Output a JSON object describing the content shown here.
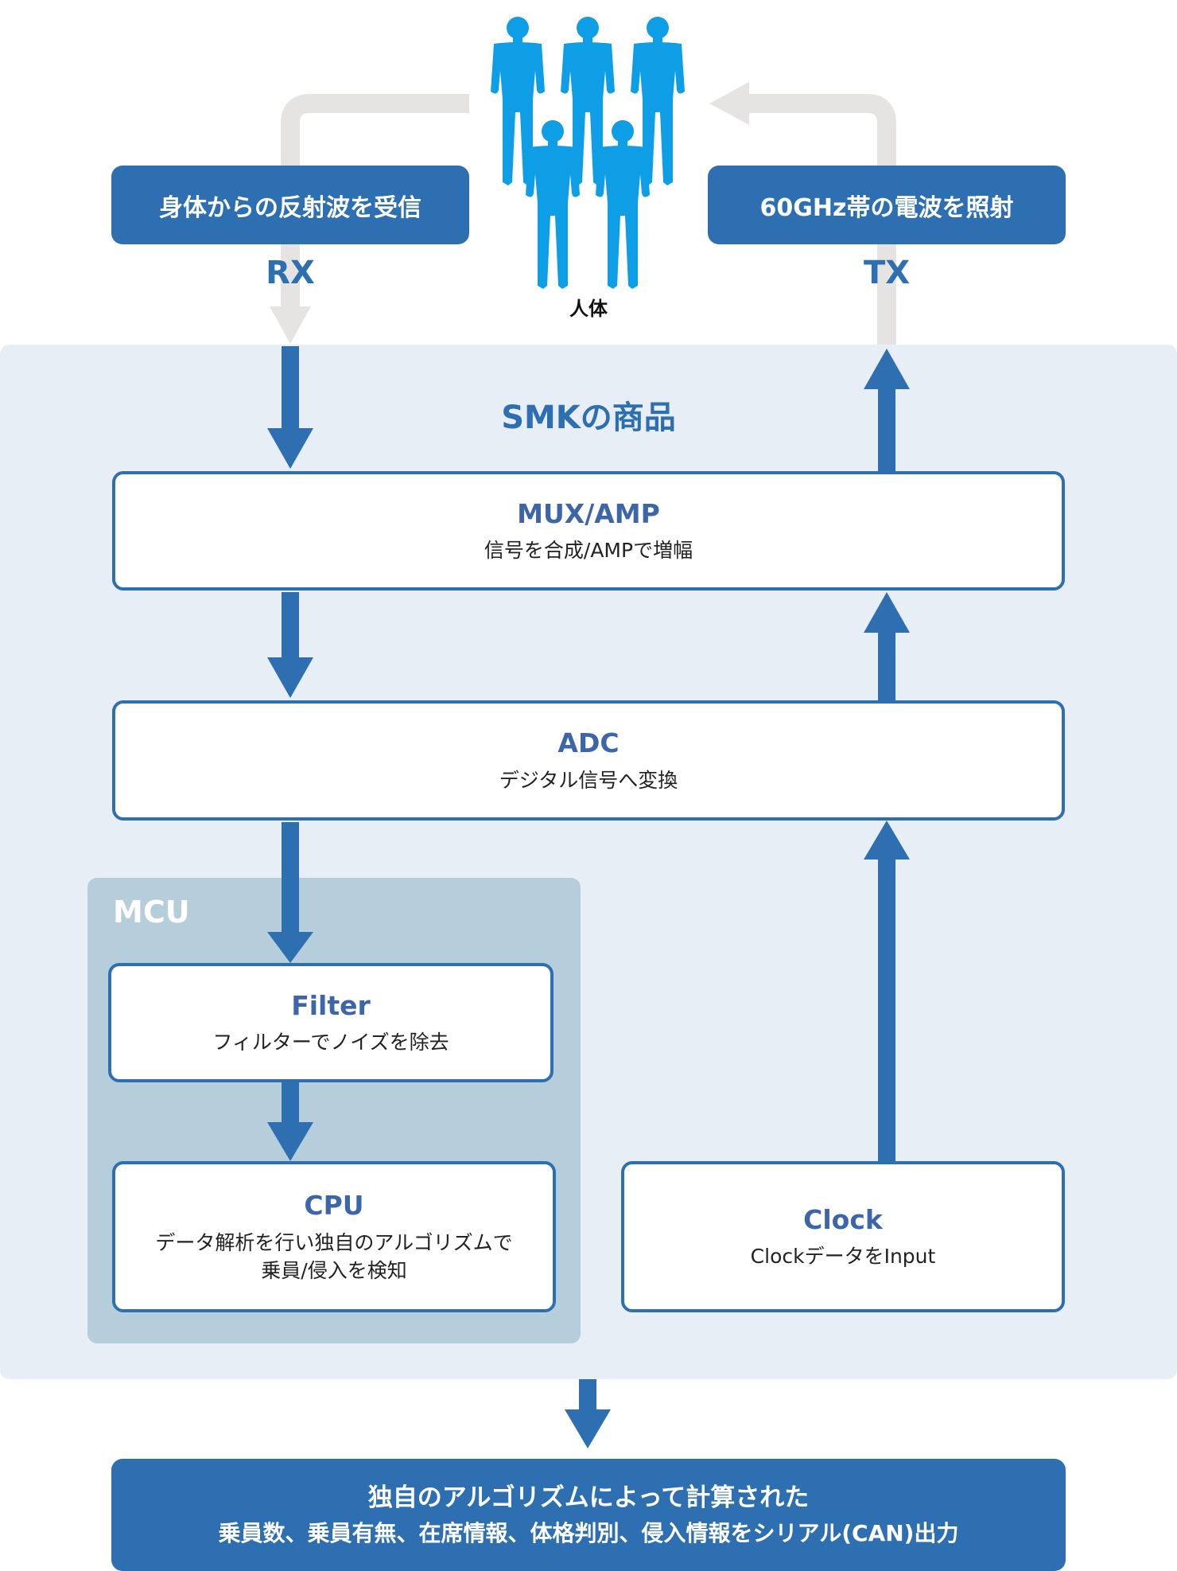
{
  "colors": {
    "primary": "#2d6fb0",
    "title_text": "#3d66a8",
    "panel": "#e7eef5",
    "mcu_panel": "#b6cddc",
    "human": "#0e9ee6",
    "gray_arrow": "#e6e3e3"
  },
  "top": {
    "rx_box": "身体からの反射波を受信",
    "tx_box": "60GHz帯の電波を照射",
    "rx_label": "RX",
    "tx_label": "TX",
    "human_label": "人体"
  },
  "panel": {
    "title": "SMKの商品",
    "mux": {
      "title": "MUX/AMP",
      "desc": "信号を合成/AMPで増幅"
    },
    "adc": {
      "title": "ADC",
      "desc": "デジタル信号へ変換"
    },
    "mcu": {
      "title": "MCU",
      "filter": {
        "title": "Filter",
        "desc": "フィルターでノイズを除去"
      },
      "cpu": {
        "title": "CPU",
        "desc": "データ解析を行い独自のアルゴリズムで\n乗員/侵入を検知"
      }
    },
    "clock": {
      "title": "Clock",
      "desc": "Clockデータを​Input"
    }
  },
  "bottom": {
    "line1": "独自のアルゴリズムによって計算された",
    "line2": "乗員数、乗員有無、在席情報、体格判別、侵入情報をシリアル(CAN)出力"
  }
}
